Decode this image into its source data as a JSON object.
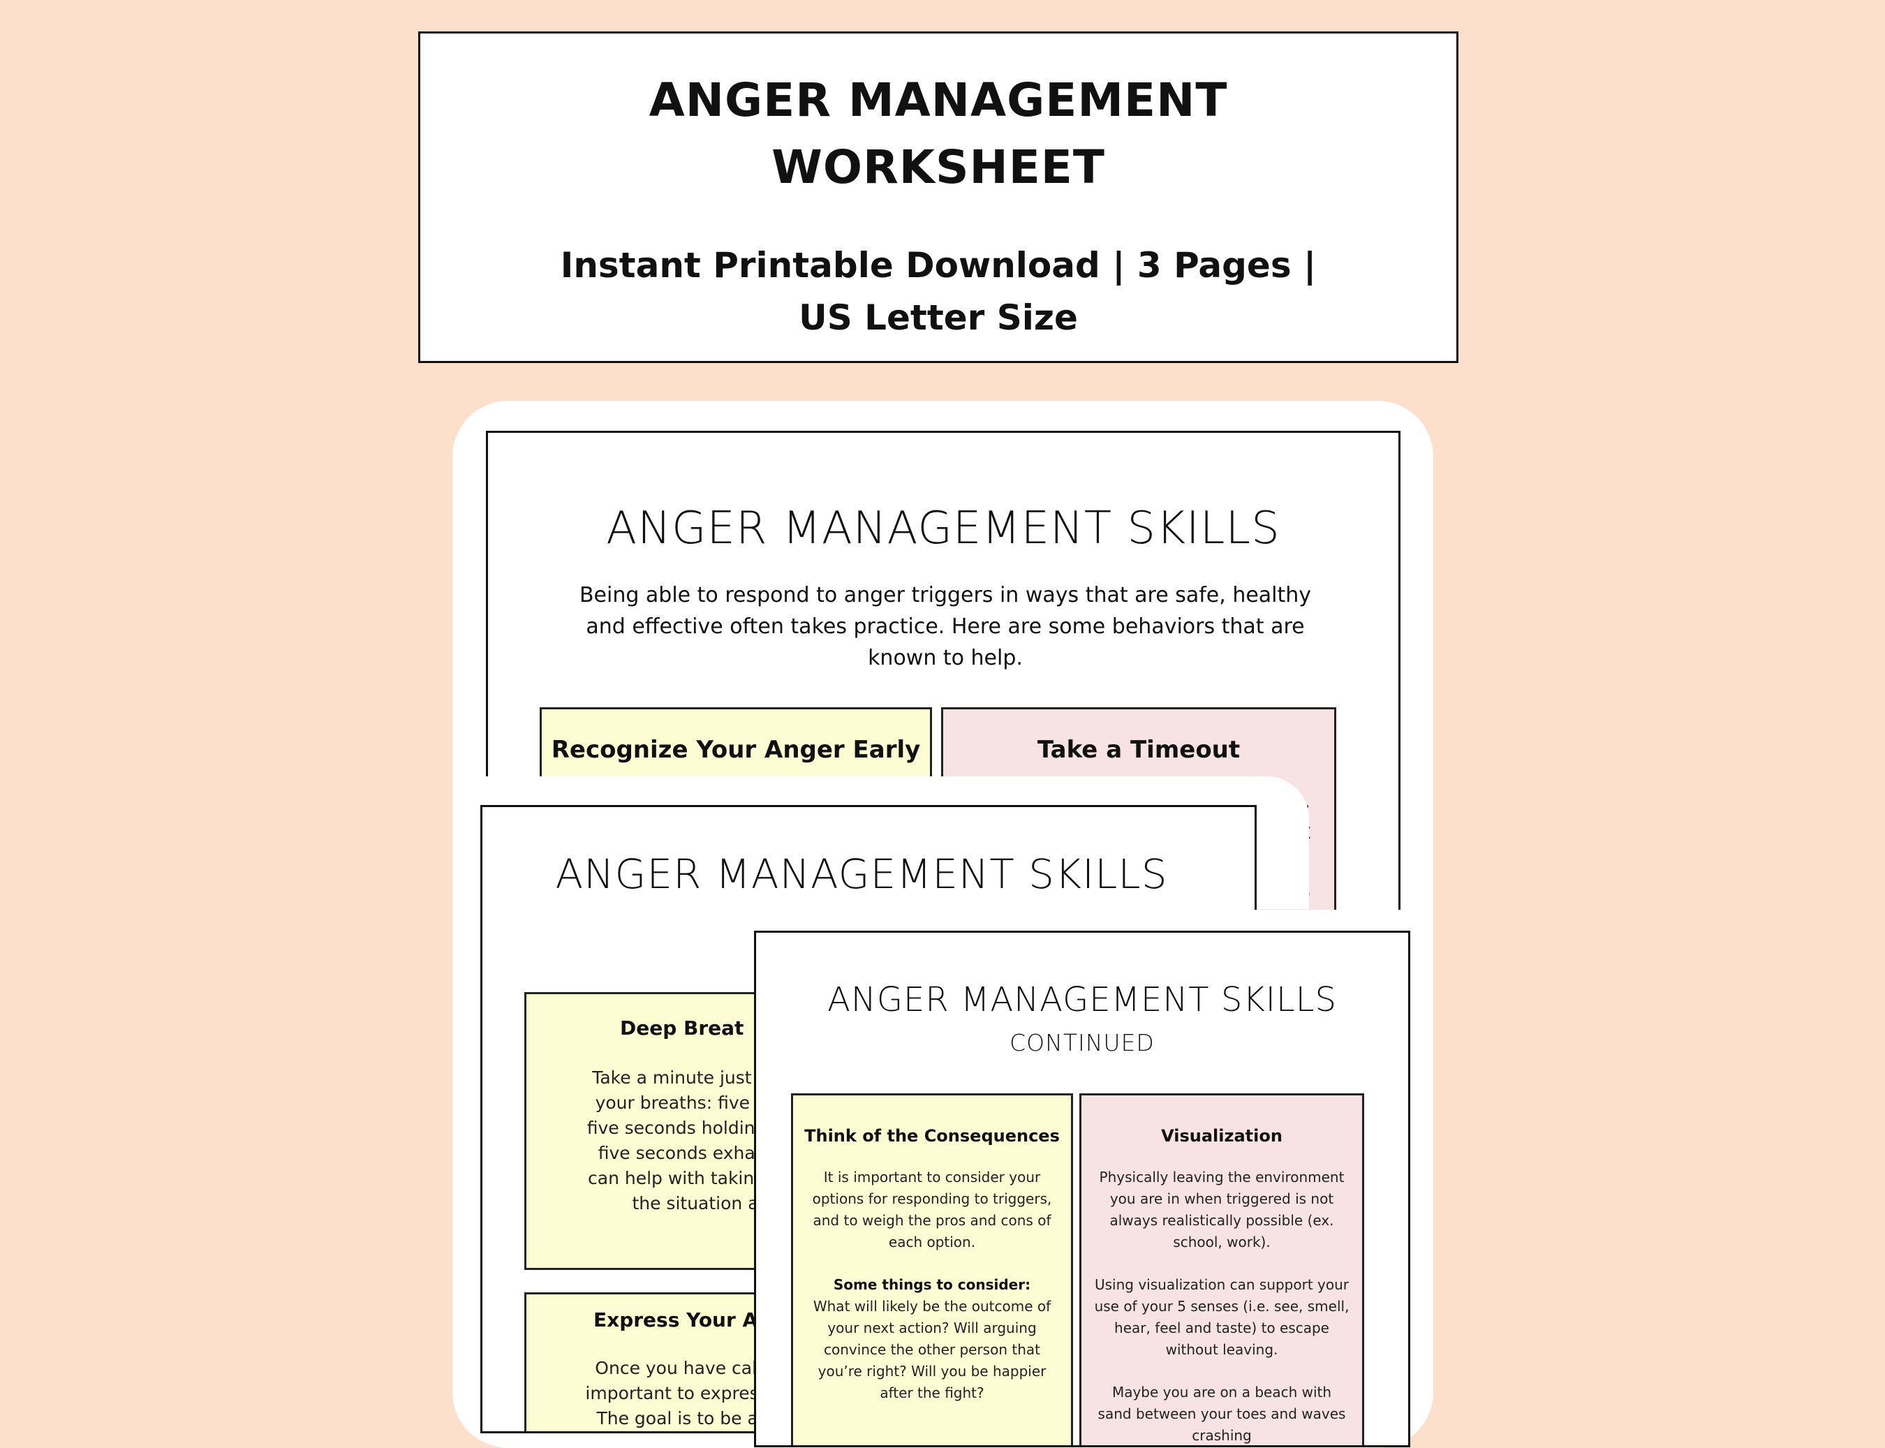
{
  "header": {
    "title": "ANGER MANAGEMENT WORKSHEET",
    "subtitle": "Instant Printable Download | 3 Pages | US Letter Size"
  },
  "page1": {
    "title": "ANGER MANAGEMENT SKILLS",
    "intro": "Being able to respond to anger triggers in ways that are safe, healthy and effective often takes practice. Here are some behaviors that are known to help.",
    "card_left_title": "Recognize Your Anger Early",
    "card_right_title": "Take a Timeout",
    "card_right_fragments": [
      "rs.",
      "hat",
      "h",
      "ro"
    ]
  },
  "page2": {
    "title": "ANGER MANAGEMENT SKILLS",
    "card1_title": "Deep Breat",
    "card1_body_lines": [
      "Take a minute just to br",
      "your breaths: five seco",
      "five seconds holding you",
      "five seconds exhaling. ",
      "can help with taking you",
      "the situation a"
    ],
    "card2_title": "Express Your A",
    "card2_body_lines": [
      "Once you have calmed",
      "important to express you",
      "The goal is to be asser"
    ]
  },
  "page3": {
    "title": "ANGER MANAGEMENT SKILLS",
    "subtitle": "CONTINUED",
    "card_left": {
      "title": "Think of the Consequences",
      "body": "It is important to consider your options for responding to triggers, and to weigh the pros and cons of each option.",
      "subheading": "Some things to consider:",
      "body2": "What will likely be the outcome of your next action? Will arguing convince the other person that you’re right? Will you be happier after the fight?"
    },
    "card_right": {
      "title": "Visualization",
      "body": "Physically leaving the environment you are in when triggered is not always realistically possible (ex. school, work).",
      "body2": "Using visualization can support your use of your 5 senses (i.e. see, smell, hear, feel and taste) to escape without leaving.",
      "body3": "Maybe you are on a beach with sand between your toes and waves crashing"
    }
  }
}
